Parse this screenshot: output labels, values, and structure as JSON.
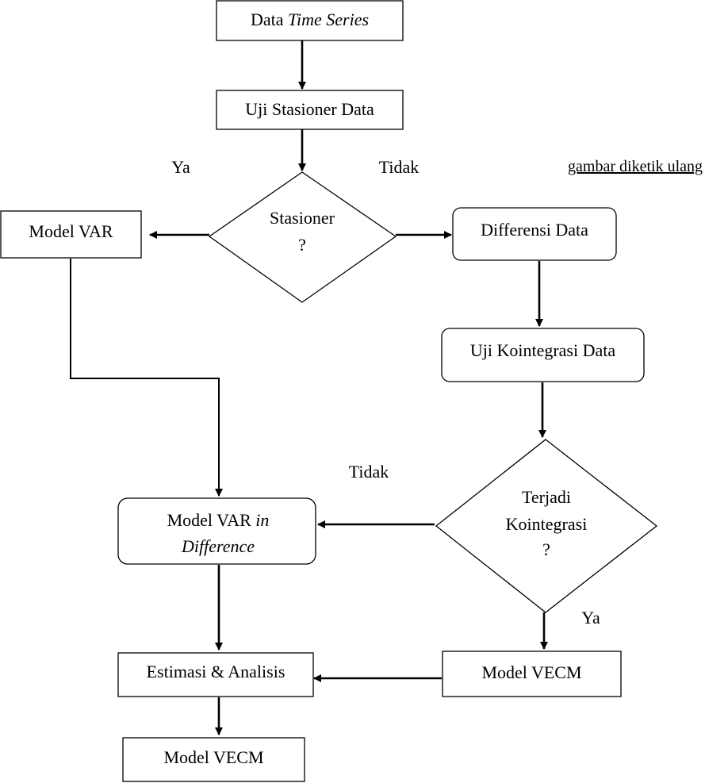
{
  "diagram": {
    "note": "gambar  diketik ulang",
    "nodes": {
      "data_time_series": {
        "label_a": "Data ",
        "label_b": "Time Series"
      },
      "uji_stasioner": {
        "label": "Uji Stasioner Data"
      },
      "stasioner_decision": {
        "line1": "Stasioner",
        "line2": "?"
      },
      "model_var": {
        "label": "Model VAR"
      },
      "differensi_data": {
        "label": "Differensi Data"
      },
      "uji_kointegrasi": {
        "label": "Uji Kointegrasi Data"
      },
      "kointegrasi_decision": {
        "line1": "Terjadi",
        "line2": "Kointegrasi",
        "line3": "?"
      },
      "model_var_diff": {
        "line1_a": "Model VAR ",
        "line1_b": "in",
        "line2": "Difference"
      },
      "estimasi_analisis": {
        "label": "Estimasi & Analisis"
      },
      "model_vecm_right": {
        "label": "Model VECM"
      },
      "model_vecm_bottom": {
        "label": "Model VECM"
      }
    },
    "edge_labels": {
      "ya_stasioner": "Ya",
      "tidak_stasioner": "Tidak",
      "tidak_kointegrasi": "Tidak",
      "ya_kointegrasi": "Ya"
    }
  }
}
